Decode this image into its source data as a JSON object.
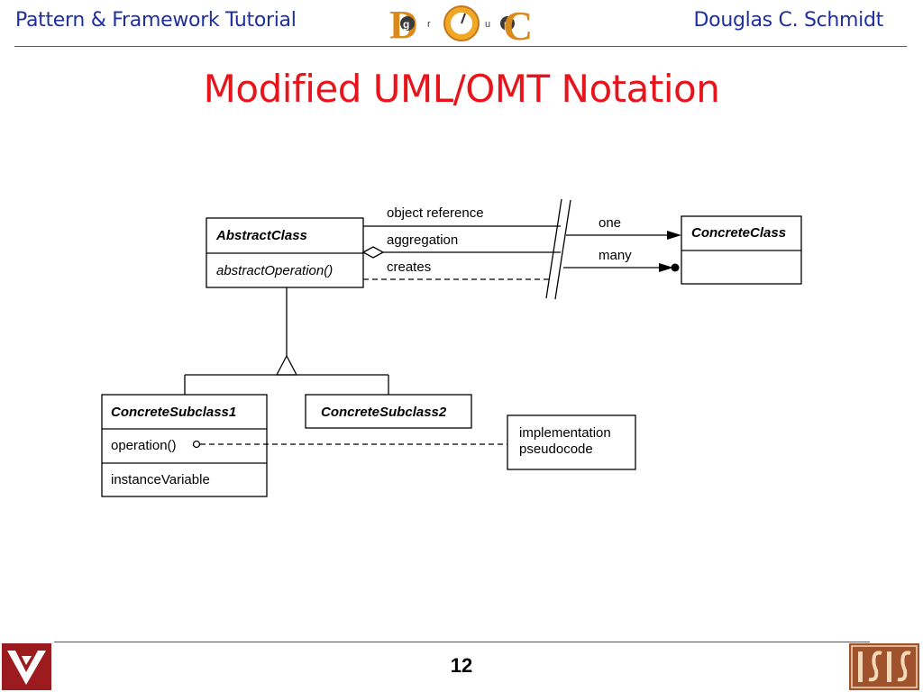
{
  "header": {
    "left_title": "Pattern & Framework Tutorial",
    "author": "Douglas C. Schmidt",
    "logo_letters": [
      "D",
      "g",
      "r",
      "u",
      "p",
      "C"
    ]
  },
  "slide": {
    "title": "Modified UML/OMT Notation",
    "page_number": "12"
  },
  "diagram": {
    "abstract_class": {
      "name": "AbstractClass",
      "operation": "abstractOperation()"
    },
    "concrete_class": {
      "name": "ConcreteClass"
    },
    "subclass1": {
      "name": "ConcreteSubclass1",
      "operation": "operation()",
      "variable": "instanceVariable"
    },
    "subclass2": {
      "name": "ConcreteSubclass2"
    },
    "note": {
      "line1": "implementation",
      "line2": "pseudocode"
    },
    "relations": {
      "object_reference": "object reference",
      "aggregation": "aggregation",
      "creates": "creates",
      "one": "one",
      "many": "many"
    }
  },
  "colors": {
    "header_text": "#1f2fa0",
    "title": "#e8141c",
    "vu_logo_bg": "#9b1b1f",
    "isis_logo_bg": "#a0522d"
  }
}
